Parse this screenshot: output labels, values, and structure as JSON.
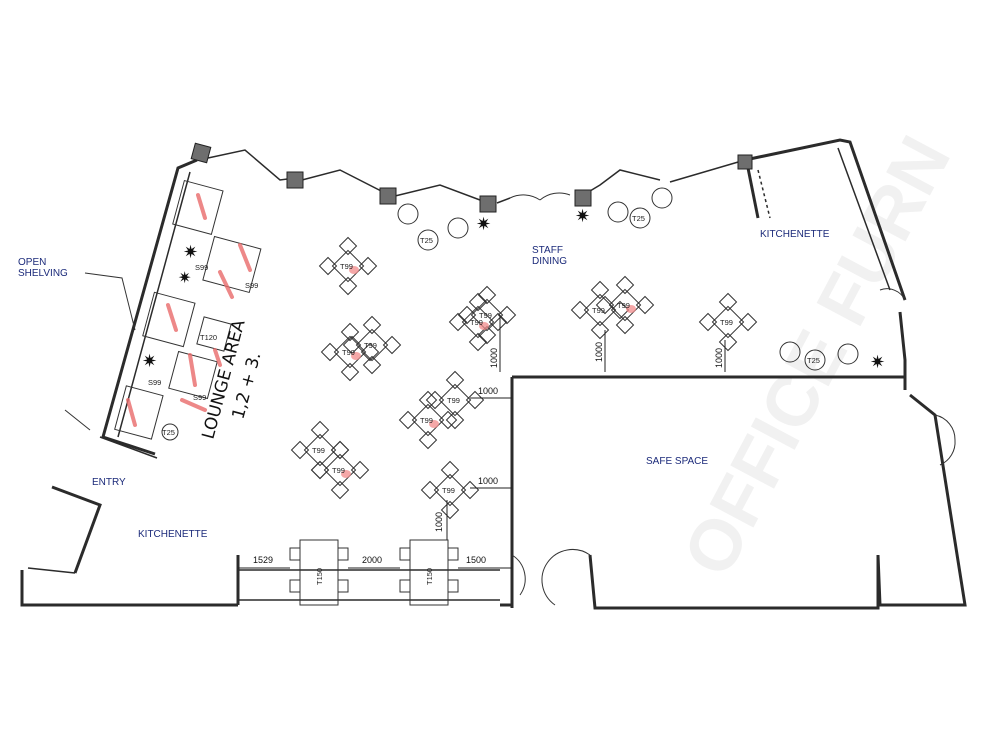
{
  "rooms": {
    "kitchenette_east": "KITCHENETTE",
    "staff_dining": [
      "STAFF",
      "DINING"
    ],
    "open_shelving": [
      "OPEN",
      "SHELVING"
    ],
    "entry": "ENTRY",
    "kitchenette_south": "KITCHENETTE",
    "safe_space": "SAFE SPACE"
  },
  "handwritten_note": [
    "LOUNGE AREA",
    "1,2 + 3."
  ],
  "tables": {
    "t99": "T99",
    "t25": "T25",
    "t120": "T120",
    "t150": "T150",
    "s99": "S99"
  },
  "dimensions": {
    "d1000": "1000",
    "d1529": "1529",
    "d2000": "2000",
    "d1500": "1500"
  },
  "watermark": "OFFICE FURN",
  "colors": {
    "room_label": "#1b2a7a",
    "markup_red": "#f28b8b",
    "wall": "#2b2b2b"
  }
}
